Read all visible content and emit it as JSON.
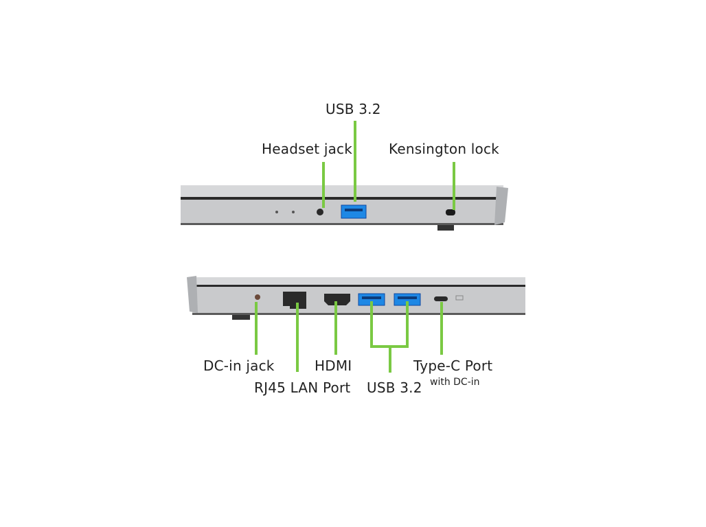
{
  "colors": {
    "callout": "#7ac943",
    "chassis": "#c9cacc",
    "usb_port": "#1e88e5",
    "text": "#222222"
  },
  "top_view": {
    "labels": {
      "usb": "USB 3.2",
      "headset": "Headset jack",
      "kensington": "Kensington lock"
    }
  },
  "bottom_view": {
    "labels": {
      "dc_in": "DC-in jack",
      "rj45": "RJ45 LAN Port",
      "hdmi": "HDMI",
      "usb": "USB 3.2",
      "typec": "Type-C Port",
      "typec_sub": "with DC-in"
    }
  }
}
